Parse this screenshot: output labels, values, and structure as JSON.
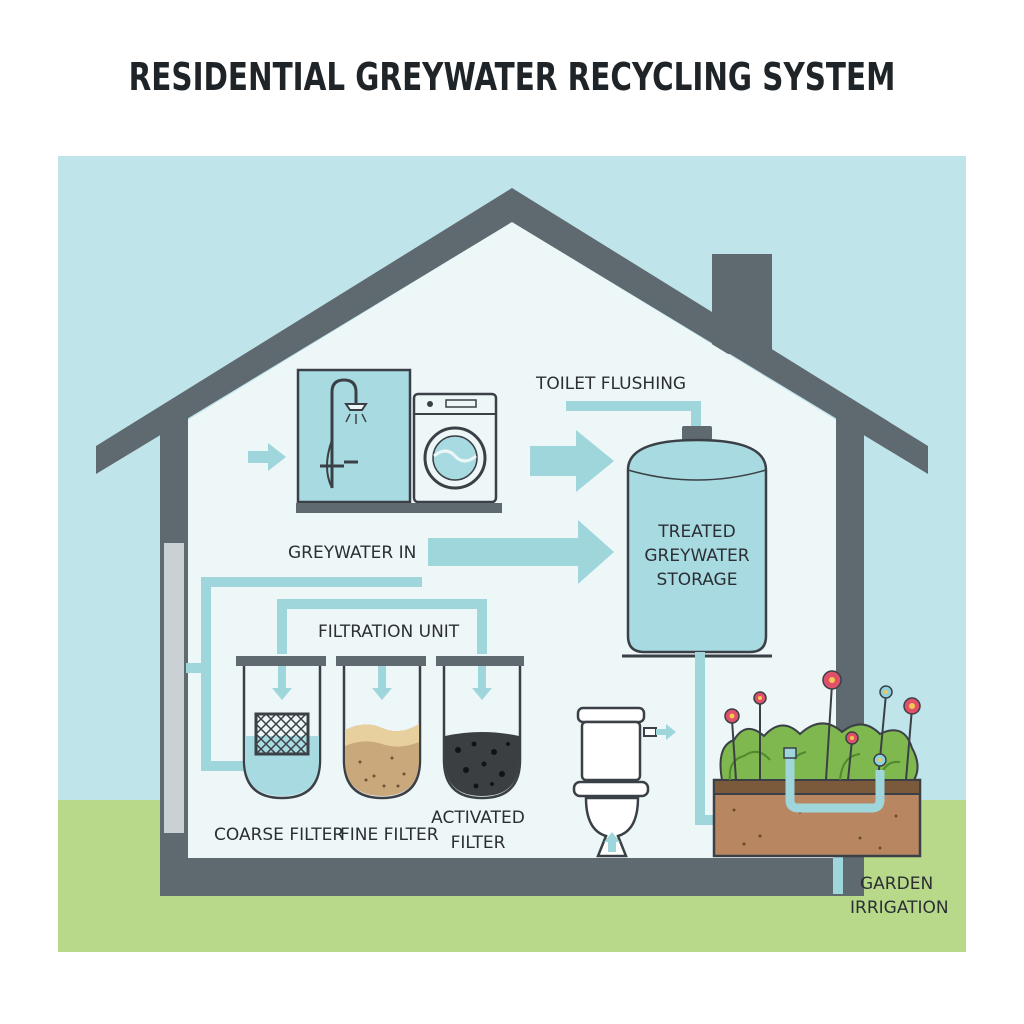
{
  "title": "RESIDENTIAL GREYWATER RECYCLING SYSTEM",
  "labels": {
    "toilet_flushing": "TOILET FLUSHING",
    "greywater_in": "GREYWATER IN",
    "filtration_unit": "FILTRATION UNIT",
    "storage_line1": "TREATED",
    "storage_line2": "GREYWATER",
    "storage_line3": "STORAGE",
    "coarse_filter": "COARSE FILTER",
    "fine_filter": "FINE FILTER",
    "activated_line1": "ACTIVATED",
    "activated_line2": "FILTER",
    "garden_line1": "GARDEN",
    "garden_line2": "IRRIGATION"
  },
  "colors": {
    "sky": "#bfe4ea",
    "grass": "#b9d98a",
    "interior": "#eef7f8",
    "wall": "#5f6970",
    "water": "#a8dbe1",
    "pipe": "#9fd6dc",
    "outline": "#3a4046"
  }
}
